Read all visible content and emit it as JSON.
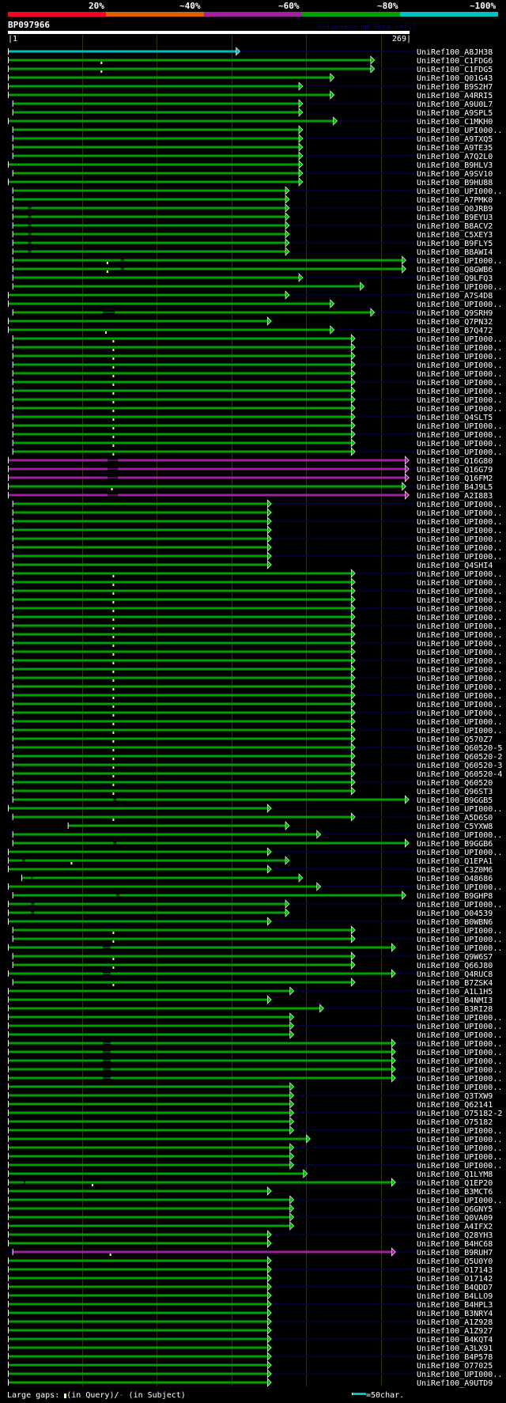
{
  "header": {
    "percent_labels": [
      "20%",
      "~40%",
      "~60%",
      "~80%",
      "~100%"
    ],
    "percent_colors": [
      "#ff0022",
      "#e06000",
      "#a020a0",
      "#00a000",
      "#00c0c0"
    ],
    "query_id": "BP097966",
    "credit": "AlignView.pm Beta rel.7",
    "query_start": "|1",
    "query_end": "269|"
  },
  "alignment": {
    "query_length": 269,
    "grid_positions": [
      50,
      100,
      150,
      200,
      250
    ],
    "colors": {
      "g": "#00a000",
      "m": "#a020a0",
      "c": "#00c0c0"
    },
    "row_fields": [
      "label",
      "start",
      "end",
      "color",
      "query_gap",
      "subject_gap_start",
      "subject_gap_end"
    ],
    "rows": [
      [
        "UniRef100_A8JH38",
        1,
        153,
        "c",
        0,
        0,
        0
      ],
      [
        "UniRef100_C1FDG6",
        1,
        243,
        "g",
        63,
        0,
        0
      ],
      [
        "UniRef100_C1FDG5",
        1,
        243,
        "g",
        63,
        0,
        0
      ],
      [
        "UniRef100_Q01G43",
        1,
        216,
        "g",
        0,
        0,
        0
      ],
      [
        "UniRef100_B9S2H7",
        1,
        195,
        "g",
        0,
        0,
        0
      ],
      [
        "UniRef100_A4RRI5",
        1,
        216,
        "g",
        0,
        0,
        0
      ],
      [
        "UniRef100_A9U0L7",
        4,
        195,
        "g",
        0,
        0,
        0
      ],
      [
        "UniRef100_A9SPL5",
        4,
        195,
        "g",
        0,
        0,
        0
      ],
      [
        "UniRef100_C1MKH0",
        1,
        218,
        "g",
        0,
        0,
        0
      ],
      [
        "UniRef100_UPI000..",
        4,
        195,
        "g",
        0,
        0,
        0
      ],
      [
        "UniRef100_A9TXQ5",
        4,
        195,
        "g",
        0,
        0,
        0
      ],
      [
        "UniRef100_A9TE35",
        4,
        195,
        "g",
        0,
        0,
        0
      ],
      [
        "UniRef100_A7Q2L0",
        4,
        195,
        "g",
        0,
        0,
        0
      ],
      [
        "UniRef100_B9HLV3",
        1,
        195,
        "g",
        0,
        0,
        0
      ],
      [
        "UniRef100_A9SV10",
        4,
        195,
        "g",
        0,
        0,
        0
      ],
      [
        "UniRef100_B9HU88",
        1,
        195,
        "g",
        0,
        0,
        0
      ],
      [
        "UniRef100_UPI000..",
        4,
        186,
        "g",
        0,
        0,
        0
      ],
      [
        "UniRef100_A7PMK0",
        4,
        186,
        "g",
        0,
        0,
        0
      ],
      [
        "UniRef100_Q0JRB9",
        4,
        186,
        "g",
        0,
        14,
        16
      ],
      [
        "UniRef100_B9EYU3",
        4,
        186,
        "g",
        0,
        14,
        16
      ],
      [
        "UniRef100_B8ACV2",
        4,
        186,
        "g",
        0,
        14,
        16
      ],
      [
        "UniRef100_C5XEY3",
        4,
        186,
        "g",
        0,
        14,
        16
      ],
      [
        "UniRef100_B9FLY5",
        4,
        186,
        "g",
        0,
        14,
        16
      ],
      [
        "UniRef100_B8AWI4",
        4,
        186,
        "g",
        0,
        14,
        16
      ],
      [
        "UniRef100_UPI000..",
        4,
        264,
        "g",
        67,
        76,
        78
      ],
      [
        "UniRef100_Q8GWB6",
        4,
        264,
        "g",
        67,
        76,
        78
      ],
      [
        "UniRef100_Q9LFQ3",
        4,
        195,
        "g",
        0,
        0,
        0
      ],
      [
        "UniRef100_UPI000..",
        4,
        236,
        "g",
        0,
        0,
        0
      ],
      [
        "UniRef100_A7S4D8",
        1,
        186,
        "g",
        0,
        0,
        0
      ],
      [
        "UniRef100_UPI000..",
        1,
        216,
        "g",
        0,
        0,
        0
      ],
      [
        "UniRef100_Q9SRH9",
        4,
        243,
        "g",
        0,
        64,
        72
      ],
      [
        "UniRef100_Q7PN32",
        1,
        174,
        "g",
        0,
        0,
        0
      ],
      [
        "UniRef100_B7Q472",
        1,
        216,
        "g",
        66,
        0,
        0
      ],
      [
        "UniRef100_UPI000..",
        4,
        230,
        "g",
        71,
        0,
        0
      ],
      [
        "UniRef100_UPI000..",
        4,
        230,
        "g",
        71,
        0,
        0
      ],
      [
        "UniRef100_UPI000..",
        4,
        230,
        "g",
        71,
        0,
        0
      ],
      [
        "UniRef100_UPI000..",
        4,
        230,
        "g",
        71,
        0,
        0
      ],
      [
        "UniRef100_UPI000..",
        4,
        230,
        "g",
        71,
        0,
        0
      ],
      [
        "UniRef100_UPI000..",
        4,
        230,
        "g",
        71,
        0,
        0
      ],
      [
        "UniRef100_UPI000..",
        4,
        230,
        "g",
        71,
        0,
        0
      ],
      [
        "UniRef100_UPI000..",
        4,
        230,
        "g",
        71,
        0,
        0
      ],
      [
        "UniRef100_UPI000..",
        4,
        230,
        "g",
        71,
        0,
        0
      ],
      [
        "UniRef100_Q4SLT5",
        4,
        230,
        "g",
        71,
        0,
        0
      ],
      [
        "UniRef100_UPI000..",
        4,
        230,
        "g",
        71,
        0,
        0
      ],
      [
        "UniRef100_UPI000..",
        4,
        230,
        "g",
        71,
        0,
        0
      ],
      [
        "UniRef100_UPI000..",
        4,
        230,
        "g",
        71,
        0,
        0
      ],
      [
        "UniRef100_UPI000..",
        4,
        230,
        "g",
        71,
        0,
        0
      ],
      [
        "UniRef100_Q16G80",
        1,
        266,
        "m",
        0,
        67,
        74
      ],
      [
        "UniRef100_Q16G79",
        1,
        266,
        "m",
        0,
        67,
        74
      ],
      [
        "UniRef100_Q16FM2",
        1,
        266,
        "m",
        0,
        67,
        74
      ],
      [
        "UniRef100_B4J9L5",
        1,
        264,
        "g",
        70,
        0,
        0
      ],
      [
        "UniRef100_A2I883",
        1,
        266,
        "m",
        0,
        67,
        74
      ],
      [
        "UniRef100_UPI000..",
        4,
        174,
        "g",
        0,
        0,
        0
      ],
      [
        "UniRef100_UPI000..",
        4,
        174,
        "g",
        0,
        0,
        0
      ],
      [
        "UniRef100_UPI000..",
        4,
        174,
        "g",
        0,
        0,
        0
      ],
      [
        "UniRef100_UPI000..",
        4,
        174,
        "g",
        0,
        0,
        0
      ],
      [
        "UniRef100_UPI000..",
        4,
        174,
        "g",
        0,
        0,
        0
      ],
      [
        "UniRef100_UPI000..",
        4,
        174,
        "g",
        0,
        0,
        0
      ],
      [
        "UniRef100_UPI000..",
        4,
        174,
        "g",
        0,
        0,
        0
      ],
      [
        "UniRef100_Q4SHI4",
        4,
        174,
        "g",
        0,
        0,
        0
      ],
      [
        "UniRef100_UPI000..",
        4,
        230,
        "g",
        71,
        0,
        0
      ],
      [
        "UniRef100_UPI000..",
        4,
        230,
        "g",
        71,
        0,
        0
      ],
      [
        "UniRef100_UPI000..",
        4,
        230,
        "g",
        71,
        0,
        0
      ],
      [
        "UniRef100_UPI000..",
        4,
        230,
        "g",
        71,
        0,
        0
      ],
      [
        "UniRef100_UPI000..",
        4,
        230,
        "g",
        71,
        0,
        0
      ],
      [
        "UniRef100_UPI000..",
        4,
        230,
        "g",
        71,
        0,
        0
      ],
      [
        "UniRef100_UPI000..",
        4,
        230,
        "g",
        71,
        0,
        0
      ],
      [
        "UniRef100_UPI000..",
        4,
        230,
        "g",
        71,
        0,
        0
      ],
      [
        "UniRef100_UPI000..",
        4,
        230,
        "g",
        71,
        0,
        0
      ],
      [
        "UniRef100_UPI000..",
        4,
        230,
        "g",
        71,
        0,
        0
      ],
      [
        "UniRef100_UPI000..",
        4,
        230,
        "g",
        71,
        0,
        0
      ],
      [
        "UniRef100_UPI000..",
        4,
        230,
        "g",
        71,
        0,
        0
      ],
      [
        "UniRef100_UPI000..",
        4,
        230,
        "g",
        71,
        0,
        0
      ],
      [
        "UniRef100_UPI000..",
        4,
        230,
        "g",
        71,
        0,
        0
      ],
      [
        "UniRef100_UPI000..",
        4,
        230,
        "g",
        71,
        0,
        0
      ],
      [
        "UniRef100_UPI000..",
        4,
        230,
        "g",
        71,
        0,
        0
      ],
      [
        "UniRef100_UPI000..",
        4,
        230,
        "g",
        71,
        0,
        0
      ],
      [
        "UniRef100_UPI000..",
        4,
        230,
        "g",
        71,
        0,
        0
      ],
      [
        "UniRef100_UPI000..",
        4,
        230,
        "g",
        71,
        0,
        0
      ],
      [
        "UniRef100_Q570Z7",
        4,
        230,
        "g",
        71,
        0,
        0
      ],
      [
        "UniRef100_Q60520-5",
        4,
        230,
        "g",
        71,
        0,
        0
      ],
      [
        "UniRef100_Q60520-2",
        4,
        230,
        "g",
        71,
        0,
        0
      ],
      [
        "UniRef100_Q60520-3",
        4,
        230,
        "g",
        71,
        0,
        0
      ],
      [
        "UniRef100_Q60520-4",
        4,
        230,
        "g",
        71,
        0,
        0
      ],
      [
        "UniRef100_Q60520",
        4,
        230,
        "g",
        71,
        0,
        0
      ],
      [
        "UniRef100_Q96ST3",
        4,
        230,
        "g",
        71,
        0,
        0
      ],
      [
        "UniRef100_B9GGB5",
        4,
        266,
        "g",
        0,
        71,
        73
      ],
      [
        "UniRef100_UPI000..",
        1,
        174,
        "g",
        0,
        0,
        0
      ],
      [
        "UniRef100_A5D6S0",
        4,
        230,
        "g",
        71,
        0,
        0
      ],
      [
        "UniRef100_C5YXW8",
        41,
        186,
        "g",
        0,
        0,
        0
      ],
      [
        "UniRef100_UPI000..",
        4,
        207,
        "g",
        0,
        0,
        0
      ],
      [
        "UniRef100_B9GGB6",
        4,
        266,
        "g",
        0,
        71,
        73
      ],
      [
        "UniRef100_UPI000..",
        1,
        174,
        "g",
        0,
        0,
        0
      ],
      [
        "UniRef100_Q1EPA1",
        1,
        186,
        "g",
        43,
        10,
        12
      ],
      [
        "UniRef100_C3Z0M6",
        1,
        174,
        "g",
        0,
        0,
        0
      ],
      [
        "UniRef100_O48686",
        10,
        195,
        "g",
        0,
        16,
        17
      ],
      [
        "UniRef100_UPI000..",
        1,
        207,
        "g",
        0,
        0,
        0
      ],
      [
        "UniRef100_B9GHP8",
        4,
        264,
        "g",
        0,
        73,
        75
      ],
      [
        "UniRef100_UPI000..",
        1,
        186,
        "g",
        0,
        16,
        18
      ],
      [
        "UniRef100_O04539",
        1,
        186,
        "g",
        0,
        16,
        18
      ],
      [
        "UniRef100_B0WBN6",
        1,
        174,
        "g",
        0,
        0,
        0
      ],
      [
        "UniRef100_UPI000..",
        4,
        230,
        "g",
        71,
        0,
        0
      ],
      [
        "UniRef100_UPI000..",
        4,
        230,
        "g",
        71,
        0,
        0
      ],
      [
        "UniRef100_UPI000..",
        1,
        257,
        "g",
        0,
        64,
        69
      ],
      [
        "UniRef100_Q9W6S7",
        4,
        230,
        "g",
        71,
        0,
        0
      ],
      [
        "UniRef100_Q66J80",
        4,
        230,
        "g",
        71,
        0,
        0
      ],
      [
        "UniRef100_Q4RUC8",
        1,
        257,
        "g",
        0,
        64,
        69
      ],
      [
        "UniRef100_B7ZSK4",
        4,
        230,
        "g",
        71,
        0,
        0
      ],
      [
        "UniRef100_A1L1H5",
        1,
        189,
        "g",
        0,
        0,
        0
      ],
      [
        "UniRef100_B4NMI3",
        1,
        174,
        "g",
        0,
        0,
        0
      ],
      [
        "UniRef100_B3RI28",
        1,
        209,
        "g",
        0,
        0,
        0
      ],
      [
        "UniRef100_UPI000..",
        1,
        189,
        "g",
        0,
        0,
        0
      ],
      [
        "UniRef100_UPI000..",
        1,
        189,
        "g",
        0,
        0,
        0
      ],
      [
        "UniRef100_UPI000..",
        1,
        189,
        "g",
        0,
        0,
        0
      ],
      [
        "UniRef100_UPI000..",
        1,
        257,
        "g",
        0,
        64,
        69
      ],
      [
        "UniRef100_UPI000..",
        1,
        257,
        "g",
        0,
        64,
        69
      ],
      [
        "UniRef100_UPI000..",
        1,
        257,
        "g",
        0,
        64,
        69
      ],
      [
        "UniRef100_UPI000..",
        1,
        257,
        "g",
        0,
        64,
        69
      ],
      [
        "UniRef100_UPI000..",
        1,
        257,
        "g",
        0,
        64,
        69
      ],
      [
        "UniRef100_UPI000..",
        1,
        189,
        "g",
        0,
        0,
        0
      ],
      [
        "UniRef100_Q3TXW9",
        1,
        189,
        "g",
        0,
        0,
        0
      ],
      [
        "UniRef100_Q62141",
        1,
        189,
        "g",
        0,
        0,
        0
      ],
      [
        "UniRef100_O75182-2",
        1,
        189,
        "g",
        0,
        0,
        0
      ],
      [
        "UniRef100_O75182",
        1,
        189,
        "g",
        0,
        0,
        0
      ],
      [
        "UniRef100_UPI000..",
        1,
        189,
        "g",
        0,
        0,
        0
      ],
      [
        "UniRef100_UPI000..",
        1,
        200,
        "g",
        0,
        0,
        0
      ],
      [
        "UniRef100_UPI000..",
        1,
        189,
        "g",
        0,
        0,
        0
      ],
      [
        "UniRef100_UPI000..",
        1,
        189,
        "g",
        0,
        0,
        0
      ],
      [
        "UniRef100_UPI000..",
        1,
        189,
        "g",
        0,
        0,
        0
      ],
      [
        "UniRef100_Q1LYM8",
        1,
        198,
        "g",
        0,
        0,
        0
      ],
      [
        "UniRef100_Q1EP20",
        1,
        257,
        "g",
        57,
        11,
        12
      ],
      [
        "UniRef100_B3MCT6",
        1,
        174,
        "g",
        0,
        0,
        0
      ],
      [
        "UniRef100_UPI000..",
        1,
        189,
        "g",
        0,
        0,
        0
      ],
      [
        "UniRef100_Q6GNY5",
        1,
        189,
        "g",
        0,
        0,
        0
      ],
      [
        "UniRef100_Q0VA09",
        1,
        189,
        "g",
        0,
        0,
        0
      ],
      [
        "UniRef100_A4IFX2",
        1,
        189,
        "g",
        0,
        0,
        0
      ],
      [
        "UniRef100_Q28YH3",
        1,
        174,
        "g",
        0,
        0,
        0
      ],
      [
        "UniRef100_B4HC68",
        1,
        174,
        "g",
        0,
        0,
        0
      ],
      [
        "UniRef100_B9RUH7",
        4,
        257,
        "m",
        69,
        0,
        0
      ],
      [
        "UniRef100_Q5U0Y0",
        1,
        174,
        "g",
        0,
        0,
        0
      ],
      [
        "UniRef100_O17143",
        1,
        174,
        "g",
        0,
        0,
        0
      ],
      [
        "UniRef100_O17142",
        1,
        174,
        "g",
        0,
        0,
        0
      ],
      [
        "UniRef100_B4QDD7",
        1,
        174,
        "g",
        0,
        0,
        0
      ],
      [
        "UniRef100_B4LLO9",
        1,
        174,
        "g",
        0,
        0,
        0
      ],
      [
        "UniRef100_B4HPL3",
        1,
        174,
        "g",
        0,
        0,
        0
      ],
      [
        "UniRef100_B3NRY4",
        1,
        174,
        "g",
        0,
        0,
        0
      ],
      [
        "UniRef100_A1Z928",
        1,
        174,
        "g",
        0,
        0,
        0
      ],
      [
        "UniRef100_A1Z927",
        1,
        174,
        "g",
        0,
        0,
        0
      ],
      [
        "UniRef100_B4KQT4",
        1,
        174,
        "g",
        0,
        0,
        0
      ],
      [
        "UniRef100_A3LX91",
        1,
        174,
        "g",
        0,
        0,
        0
      ],
      [
        "UniRef100_B4P578",
        1,
        174,
        "g",
        0,
        0,
        0
      ],
      [
        "UniRef100_O77025",
        1,
        174,
        "g",
        0,
        0,
        0
      ],
      [
        "UniRef100_UPI000..",
        1,
        174,
        "g",
        0,
        0,
        0
      ],
      [
        "UniRef100_A9UTD9",
        1,
        174,
        "g",
        0,
        0,
        0
      ]
    ]
  },
  "footer": {
    "gaps_label": "Large gaps:",
    "query_gap_text": "(in Query)/",
    "subject_gap_symbol": "-",
    "subject_gap_text": " (in Subject)",
    "scale_text": "=50char."
  }
}
